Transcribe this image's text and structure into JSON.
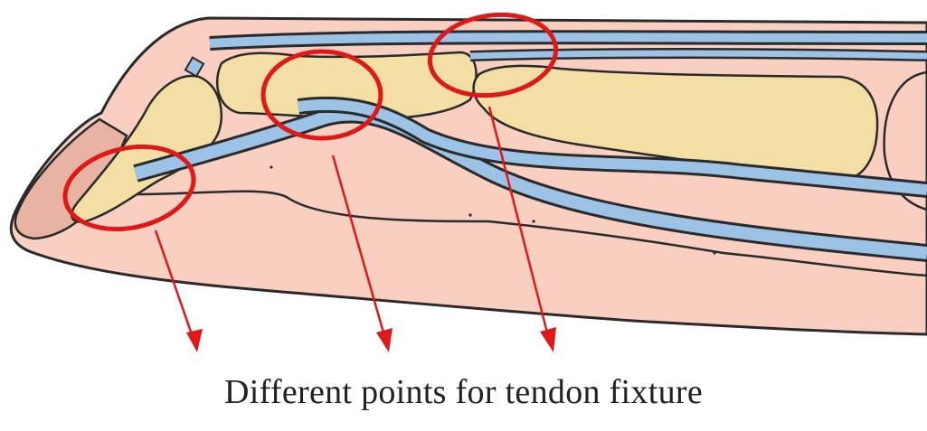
{
  "caption": "Different points for tendon fixture",
  "colors": {
    "skin": "#f8cfc1",
    "skin_shade": "#f3b8a8",
    "outline": "#2a2a2a",
    "bone": "#f3dfa3",
    "tendon": "#9cc3e6",
    "tendon_edge": "#2a2a2a",
    "marker": "#e01818",
    "nail": "#e8b3a3"
  },
  "markers": [
    "fixation-point-distal",
    "fixation-point-middle",
    "fixation-point-proximal"
  ]
}
